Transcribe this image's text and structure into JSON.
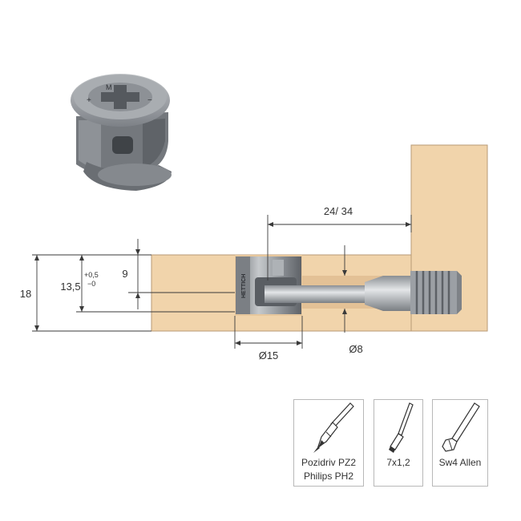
{
  "colors": {
    "wood": "#f1d4ab",
    "wood_edge": "#b89a76",
    "line": "#3a3a3a",
    "metal": "#9a9ea3",
    "text": "#333333"
  },
  "dimensions": {
    "distance": "24/ 34",
    "height_18": "18",
    "depth": "13,5",
    "tol_plus": "+0,5",
    "tol_minus": "−0",
    "height_9": "9",
    "diameter_15": "Ø15",
    "diameter_8": "Ø8"
  },
  "part_marking": "HETTICH",
  "tools": [
    {
      "icon": "pozidriv-bit-icon",
      "lines": [
        "Pozidriv PZ2",
        "Philips PH2"
      ]
    },
    {
      "icon": "flat-screwdriver-icon",
      "lines": [
        "7x1,2"
      ]
    },
    {
      "icon": "allen-key-icon",
      "lines": [
        "Sw4 Allen"
      ]
    }
  ]
}
